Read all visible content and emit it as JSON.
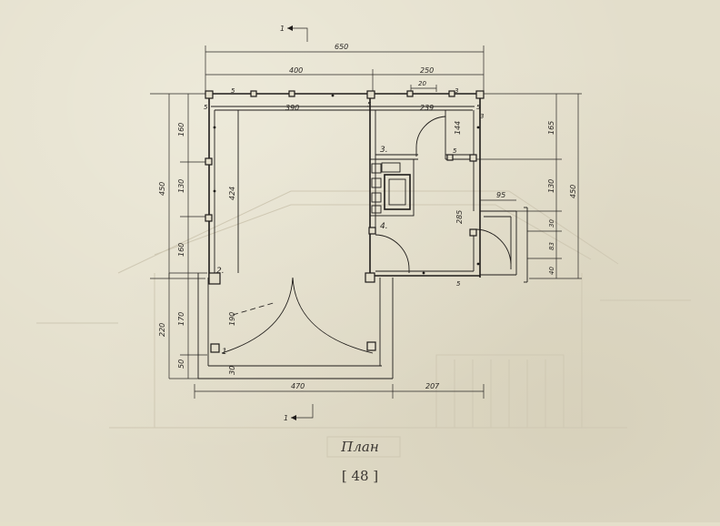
{
  "caption": "План",
  "page_number": "[ 48 ]",
  "section_marks": {
    "top": "1",
    "bottom": "1"
  },
  "rooms": {
    "r1": "1",
    "r2": "2.",
    "r3": "3.",
    "r4": "4."
  },
  "dimensions": {
    "overall_width": "650",
    "width_left": "400",
    "width_right": "250",
    "window_20": "20",
    "interior_left": "390",
    "interior_right": "239",
    "d_144": "144",
    "d_424": "424",
    "d_285": "285",
    "d_95": "95",
    "d_190": "190",
    "d_30": "30",
    "bottom_470": "470",
    "bottom_207": "207",
    "left_450": "450",
    "left_160a": "160",
    "left_130": "130",
    "left_160b": "160",
    "left_220": "220",
    "left_170": "170",
    "left_50": "50",
    "right_450": "450",
    "right_165": "165",
    "right_130": "130",
    "right_30": "30",
    "right_83": "83",
    "right_40": "40",
    "mark_5": "5",
    "mark_3": "3"
  }
}
